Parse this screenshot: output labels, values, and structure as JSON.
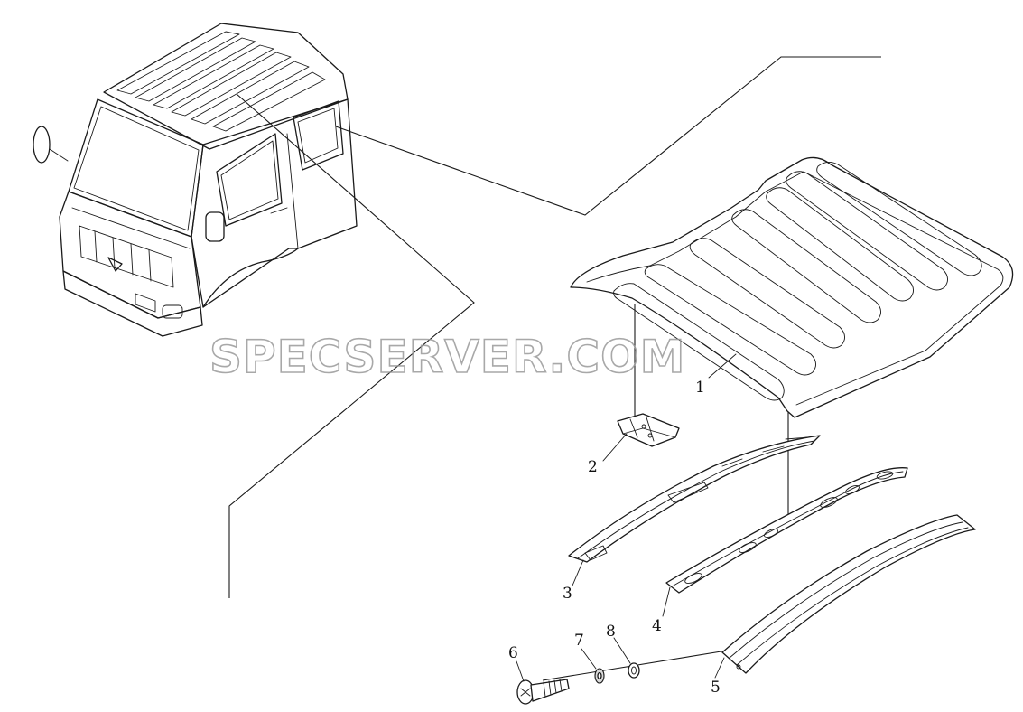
{
  "watermark": "SPECSERVER.COM",
  "callouts": [
    "1",
    "2",
    "3",
    "4",
    "5",
    "6",
    "7",
    "8"
  ]
}
